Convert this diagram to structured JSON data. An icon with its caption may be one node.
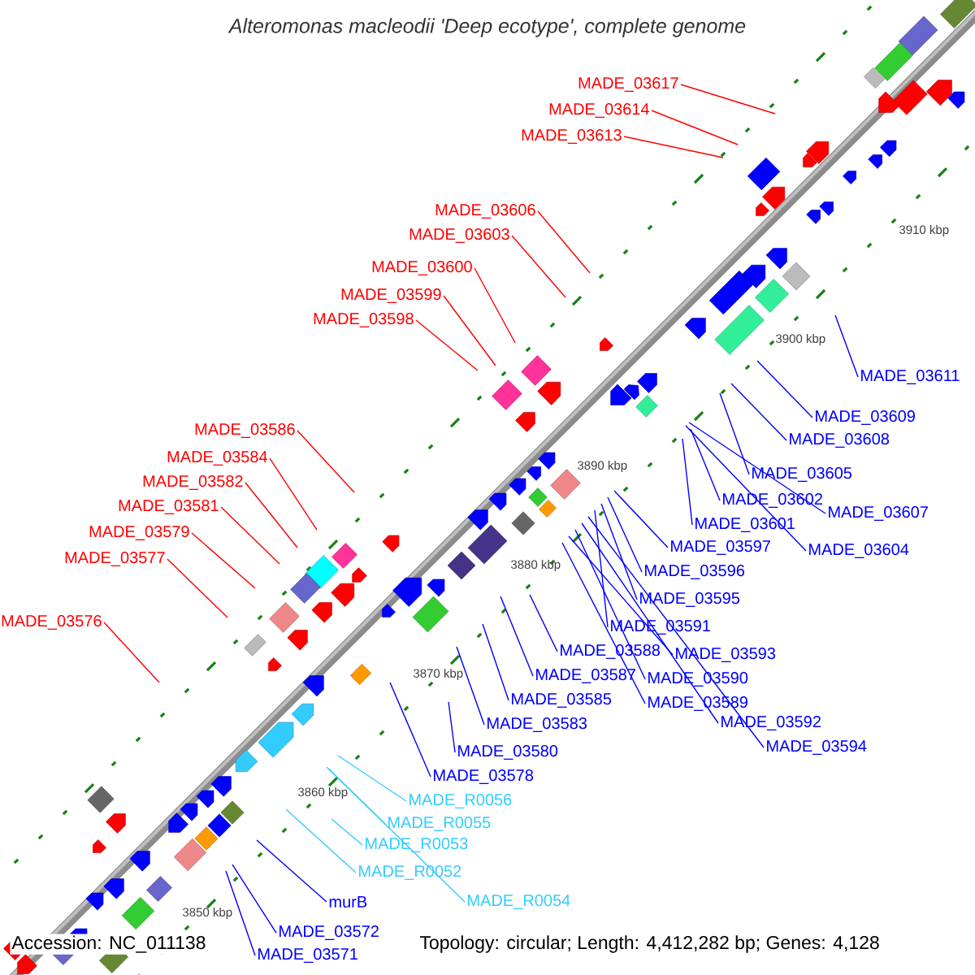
{
  "diagram": {
    "title": "Alteromonas macleodii 'Deep ecotype', complete genome",
    "nodes": [
      {
        "text": [
          "MADE_03617"
        ]
      },
      {
        "text": [
          "MADE_03614"
        ]
      },
      {
        "text": [
          "MADE_03613"
        ]
      },
      {
        "text": [
          "MADE_03606"
        ]
      },
      {
        "text": [
          "MADE_03603"
        ]
      },
      {
        "text": [
          "MADE_03600"
        ]
      },
      {
        "text": [
          "MADE_03599"
        ]
      },
      {
        "text": [
          "MADE_03598"
        ]
      },
      {
        "text": [
          "MADE_03586"
        ]
      },
      {
        "text": [
          "MADE_03584"
        ]
      },
      {
        "text": [
          "MADE_03582"
        ]
      },
      {
        "text": [
          "MADE_03581"
        ]
      },
      {
        "text": [
          "MADE_03579"
        ]
      },
      {
        "text": [
          "MADE_03577"
        ]
      },
      {
        "text": [
          "MADE_03576"
        ]
      },
      {
        "text": [
          "MADE_03611"
        ]
      },
      {
        "text": [
          "MADE_03609"
        ]
      },
      {
        "text": [
          "MADE_03608"
        ]
      },
      {
        "text": [
          "MADE_03605"
        ]
      },
      {
        "text": [
          "MADE_03607"
        ]
      },
      {
        "text": [
          "MADE_03602"
        ]
      },
      {
        "text": [
          "MADE_03601"
        ]
      },
      {
        "text": [
          "MADE_03604"
        ]
      },
      {
        "text": [
          "MADE_03597"
        ]
      },
      {
        "text": [
          "MADE_03596"
        ]
      },
      {
        "text": [
          "MADE_03595"
        ]
      },
      {
        "text": [
          "MADE_03591"
        ]
      },
      {
        "text": [
          "MADE_03588"
        ]
      },
      {
        "text": [
          "MADE_03593"
        ]
      },
      {
        "text": [
          "MADE_03587"
        ]
      },
      {
        "text": [
          "MADE_03590"
        ]
      },
      {
        "text": [
          "MADE_03585"
        ]
      },
      {
        "text": [
          "MADE_03589"
        ]
      },
      {
        "text": [
          "MADE_03592"
        ]
      },
      {
        "text": [
          "MADE_03594"
        ]
      },
      {
        "text": [
          "MADE_03583"
        ]
      },
      {
        "text": [
          "MADE_03580"
        ]
      },
      {
        "text": [
          "MADE_03578"
        ]
      },
      {
        "text": [
          "MADE_R0056"
        ]
      },
      {
        "text": [
          "MADE_R0055"
        ]
      },
      {
        "text": [
          "MADE_R0053"
        ]
      },
      {
        "text": [
          "MADE_R0052"
        ]
      },
      {
        "text": [
          "MADE_R0054"
        ]
      },
      {
        "text": [
          "murB"
        ]
      },
      {
        "text": [
          "MADE_03572"
        ]
      },
      {
        "text": [
          "MADE_03571"
        ]
      }
    ],
    "edges": [
      {
        "from": 0,
        "to": null,
        "arrow": "none",
        "color": "#ff0000"
      },
      {
        "from": 1,
        "to": null,
        "arrow": "none",
        "color": "#ff0000"
      },
      {
        "from": 2,
        "to": null,
        "arrow": "none",
        "color": "#ff0000"
      },
      {
        "from": 3,
        "to": null,
        "arrow": "none",
        "color": "#ff0000"
      },
      {
        "from": 4,
        "to": null,
        "arrow": "none",
        "color": "#ff0000"
      },
      {
        "from": 5,
        "to": null,
        "arrow": "none",
        "color": "#ff0000"
      },
      {
        "from": 6,
        "to": null,
        "arrow": "none",
        "color": "#ff0000"
      },
      {
        "from": 7,
        "to": null,
        "arrow": "none",
        "color": "#ff0000"
      },
      {
        "from": 8,
        "to": null,
        "arrow": "none",
        "color": "#ff0000"
      },
      {
        "from": 9,
        "to": null,
        "arrow": "none",
        "color": "#ff0000"
      },
      {
        "from": 10,
        "to": null,
        "arrow": "none",
        "color": "#ff0000"
      },
      {
        "from": 11,
        "to": null,
        "arrow": "none",
        "color": "#ff0000"
      },
      {
        "from": 12,
        "to": null,
        "arrow": "none",
        "color": "#ff0000"
      },
      {
        "from": 13,
        "to": null,
        "arrow": "none",
        "color": "#ff0000"
      },
      {
        "from": 14,
        "to": null,
        "arrow": "none",
        "color": "#ff0000"
      },
      {
        "from": 15,
        "to": null,
        "arrow": "none"
      },
      {
        "from": 16,
        "to": null,
        "arrow": "none"
      },
      {
        "from": 17,
        "to": null,
        "arrow": "none"
      },
      {
        "from": 18,
        "to": null,
        "arrow": "none"
      },
      {
        "from": 19,
        "to": null,
        "arrow": "none"
      },
      {
        "from": 20,
        "to": null,
        "arrow": "none"
      },
      {
        "from": 21,
        "to": null,
        "arrow": "none"
      },
      {
        "from": 22,
        "to": null,
        "arrow": "none"
      },
      {
        "from": 23,
        "to": null,
        "arrow": "none"
      },
      {
        "from": 24,
        "to": null,
        "arrow": "none"
      },
      {
        "from": 25,
        "to": null,
        "arrow": "none"
      },
      {
        "from": 26,
        "to": null,
        "arrow": "none"
      },
      {
        "from": 27,
        "to": null,
        "arrow": "none"
      },
      {
        "from": 28,
        "to": null,
        "arrow": "none"
      },
      {
        "from": 29,
        "to": null,
        "arrow": "none"
      },
      {
        "from": 30,
        "to": null,
        "arrow": "none"
      },
      {
        "from": 31,
        "to": null,
        "arrow": "none"
      },
      {
        "from": 32,
        "to": null,
        "arrow": "none"
      },
      {
        "from": 33,
        "to": null,
        "arrow": "none"
      },
      {
        "from": 34,
        "to": null,
        "arrow": "none"
      },
      {
        "from": 35,
        "to": null,
        "arrow": "none"
      },
      {
        "from": 36,
        "to": null,
        "arrow": "none"
      },
      {
        "from": 37,
        "to": null,
        "arrow": "none"
      },
      {
        "from": 38,
        "to": null,
        "arrow": "none",
        "color": "#33ccff"
      },
      {
        "from": 39,
        "to": null,
        "arrow": "none",
        "color": "#33ccff"
      },
      {
        "from": 40,
        "to": null,
        "arrow": "none",
        "color": "#33ccff"
      },
      {
        "from": 41,
        "to": null,
        "arrow": "none",
        "color": "#33ccff"
      },
      {
        "from": 42,
        "to": null,
        "arrow": "none",
        "color": "#33ccff"
      },
      {
        "from": 43,
        "to": null,
        "arrow": "none"
      },
      {
        "from": 44,
        "to": null,
        "arrow": "none"
      },
      {
        "from": 45,
        "to": null,
        "arrow": "none"
      }
    ],
    "labels": [
      "3910 kbp",
      "3900 kbp",
      "3890 kbp",
      "3880 kbp",
      "3870 kbp",
      "3860 kbp",
      "3850 kbp",
      "Accession: NC_011138",
      "Topology: circular; Length: 4,412,282 bp; Genes: 4,128"
    ]
  }
}
